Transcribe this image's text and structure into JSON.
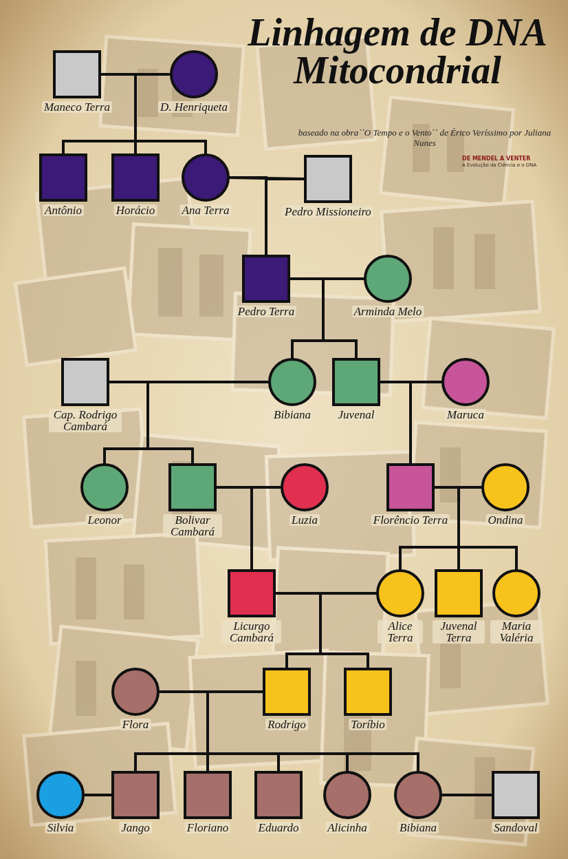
{
  "diagram": {
    "title": "Linhagem de DNA Mitocondrial",
    "caption": "baseado na obra``O Tempo e o Vento´´ de Érico Veríssimo por Juliana Nunes",
    "nodes": [
      {
        "text": [
          "Maneco Terra"
        ]
      },
      {
        "text": [
          "D. Henriqueta"
        ]
      },
      {
        "text": [
          "Antônio"
        ]
      },
      {
        "text": [
          "Horácio"
        ]
      },
      {
        "text": [
          "Ana Terra"
        ]
      },
      {
        "text": [
          "Pedro Missioneiro"
        ]
      },
      {
        "text": [
          "Pedro Terra"
        ]
      },
      {
        "text": [
          "Arminda Melo"
        ]
      },
      {
        "text": [
          "Cap. Rodrigo Cambará"
        ]
      },
      {
        "text": [
          "Bibiana"
        ]
      },
      {
        "text": [
          "Juvenal"
        ]
      },
      {
        "text": [
          "Maruca"
        ]
      },
      {
        "text": [
          "Leonor"
        ]
      },
      {
        "text": [
          "Bolivar Cambará"
        ]
      },
      {
        "text": [
          "Luzia"
        ]
      },
      {
        "text": [
          "Florêncio Terra"
        ]
      },
      {
        "text": [
          "Ondina"
        ]
      },
      {
        "text": [
          "Licurgo Cambará"
        ]
      },
      {
        "text": [
          "Alice Terra"
        ]
      },
      {
        "text": [
          "Juvenal Terra"
        ]
      },
      {
        "text": [
          "Maria Valéria"
        ]
      },
      {
        "text": [
          "Flora"
        ]
      },
      {
        "text": [
          "Rodrigo"
        ]
      },
      {
        "text": [
          "Toríbio"
        ]
      },
      {
        "text": [
          "Silvia"
        ]
      },
      {
        "text": [
          "Jango"
        ]
      },
      {
        "text": [
          "Floriano"
        ]
      },
      {
        "text": [
          "Eduardo"
        ]
      },
      {
        "text": [
          "Alicinha"
        ]
      },
      {
        "text": [
          "Bibiana"
        ]
      },
      {
        "text": [
          "Sandoval"
        ]
      }
    ],
    "edges": [
      {
        "from": 0,
        "to": 1,
        "arrow": "none"
      },
      {
        "from": 0,
        "to": 2,
        "arrow": "none"
      },
      {
        "from": 0,
        "to": 3,
        "arrow": "none"
      },
      {
        "from": 0,
        "to": 4,
        "arrow": "none"
      },
      {
        "from": 1,
        "to": 2,
        "arrow": "none"
      },
      {
        "from": 1,
        "to": 3,
        "arrow": "none"
      },
      {
        "from": 1,
        "to": 4,
        "arrow": "none"
      },
      {
        "from": 4,
        "to": 5,
        "arrow": "none"
      },
      {
        "from": 4,
        "to": 6,
        "arrow": "none"
      },
      {
        "from": 5,
        "to": 6,
        "arrow": "none"
      },
      {
        "from": 6,
        "to": 7,
        "arrow": "none"
      },
      {
        "from": 6,
        "to": 9,
        "arrow": "none"
      },
      {
        "from": 6,
        "to": 10,
        "arrow": "none"
      },
      {
        "from": 7,
        "to": 9,
        "arrow": "none"
      },
      {
        "from": 7,
        "to": 10,
        "arrow": "none"
      },
      {
        "from": 8,
        "to": 9,
        "arrow": "none"
      },
      {
        "from": 8,
        "to": 12,
        "arrow": "none"
      },
      {
        "from": 8,
        "to": 13,
        "arrow": "none"
      },
      {
        "from": 9,
        "to": 12,
        "arrow": "none"
      },
      {
        "from": 9,
        "to": 13,
        "arrow": "none"
      },
      {
        "from": 10,
        "to": 11,
        "arrow": "none"
      },
      {
        "from": 10,
        "to": 15,
        "arrow": "none"
      },
      {
        "from": 11,
        "to": 15,
        "arrow": "none"
      },
      {
        "from": 13,
        "to": 14,
        "arrow": "none"
      },
      {
        "from": 13,
        "to": 17,
        "arrow": "none"
      },
      {
        "from": 14,
        "to": 17,
        "arrow": "none"
      },
      {
        "from": 15,
        "to": 16,
        "arrow": "none"
      },
      {
        "from": 15,
        "to": 18,
        "arrow": "none"
      },
      {
        "from": 15,
        "to": 19,
        "arrow": "none"
      },
      {
        "from": 15,
        "to": 20,
        "arrow": "none"
      },
      {
        "from": 16,
        "to": 18,
        "arrow": "none"
      },
      {
        "from": 16,
        "to": 19,
        "arrow": "none"
      },
      {
        "from": 16,
        "to": 20,
        "arrow": "none"
      },
      {
        "from": 17,
        "to": 18,
        "arrow": "none"
      },
      {
        "from": 17,
        "to": 22,
        "arrow": "none"
      },
      {
        "from": 17,
        "to": 23,
        "arrow": "none"
      },
      {
        "from": 18,
        "to": 22,
        "arrow": "none"
      },
      {
        "from": 18,
        "to": 23,
        "arrow": "none"
      },
      {
        "from": 21,
        "to": 22,
        "arrow": "none"
      },
      {
        "from": 21,
        "to": 25,
        "arrow": "none"
      },
      {
        "from": 21,
        "to": 26,
        "arrow": "none"
      },
      {
        "from": 21,
        "to": 27,
        "arrow": "none"
      },
      {
        "from": 21,
        "to": 28,
        "arrow": "none"
      },
      {
        "from": 21,
        "to": 29,
        "arrow": "none"
      },
      {
        "from": 22,
        "to": 25,
        "arrow": "none"
      },
      {
        "from": 22,
        "to": 26,
        "arrow": "none"
      },
      {
        "from": 22,
        "to": 27,
        "arrow": "none"
      },
      {
        "from": 22,
        "to": 28,
        "arrow": "none"
      },
      {
        "from": 22,
        "to": 29,
        "arrow": "none"
      },
      {
        "from": 24,
        "to": 25,
        "arrow": "none"
      },
      {
        "from": 29,
        "to": 30,
        "arrow": "none"
      }
    ],
    "labels": [
      "DE MENDEL A VENTER",
      "A Evolução da Ciência e o DNA"
    ]
  }
}
